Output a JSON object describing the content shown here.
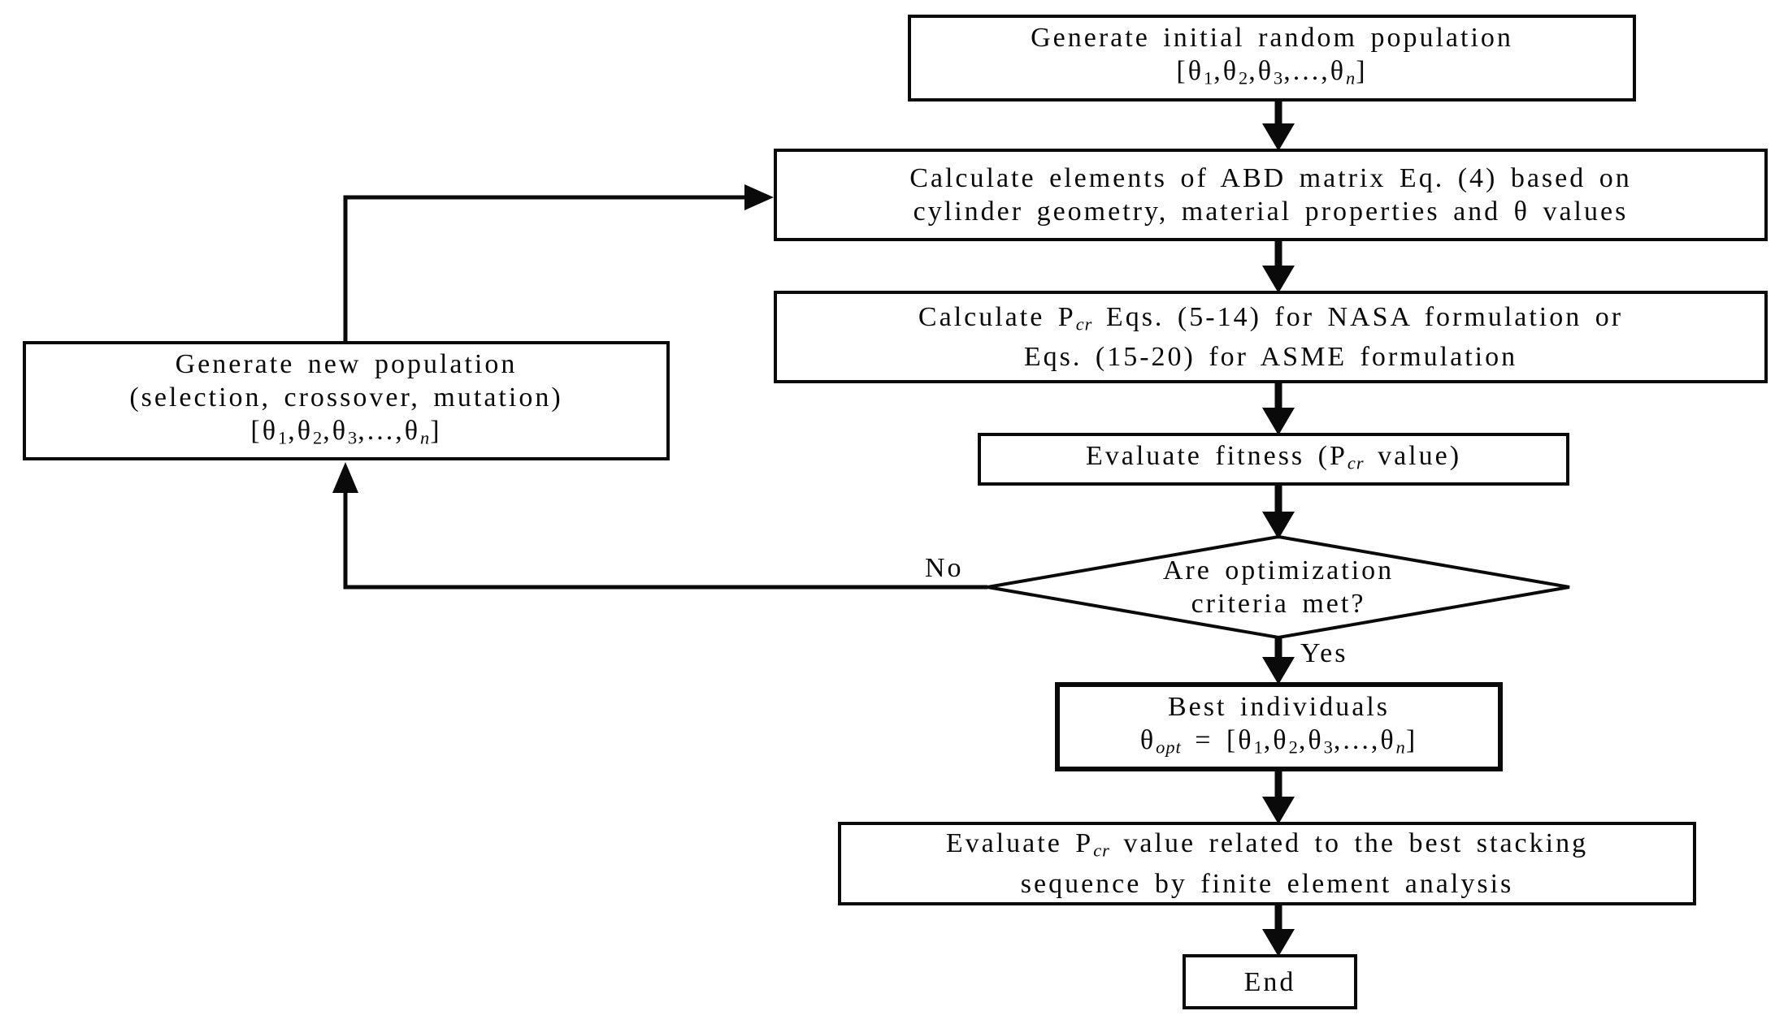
{
  "colors": {
    "ink": "#000000",
    "background": "#ffffff"
  },
  "labels": {
    "no": "No",
    "yes": "Yes"
  },
  "nodes": {
    "generate_initial": {
      "lines": [
        [
          {
            "t": "Generate initial random population"
          }
        ],
        [
          {
            "t": "[θ"
          },
          {
            "t": "1",
            "sub": true
          },
          {
            "t": ",θ"
          },
          {
            "t": "2",
            "sub": true
          },
          {
            "t": ",θ"
          },
          {
            "t": "3",
            "sub": true
          },
          {
            "t": ",...,θ"
          },
          {
            "t": "n",
            "sub": true,
            "i": true
          },
          {
            "t": "]"
          }
        ]
      ]
    },
    "calculate_abd": {
      "lines": [
        [
          {
            "t": "Calculate elements of ABD matrix Eq. (4) based on"
          }
        ],
        [
          {
            "t": "cylinder geometry, material properties and θ values"
          }
        ]
      ]
    },
    "calculate_pcr": {
      "lines": [
        [
          {
            "t": "Calculate P"
          },
          {
            "t": "cr",
            "sub": true,
            "i": true
          },
          {
            "t": " Eqs. (5-14) for NASA formulation or"
          }
        ],
        [
          {
            "t": "Eqs. (15-20) for ASME formulation"
          }
        ]
      ]
    },
    "evaluate_fitness": {
      "lines": [
        [
          {
            "t": "Evaluate fitness (P"
          },
          {
            "t": "cr",
            "sub": true,
            "i": true
          },
          {
            "t": " value)"
          }
        ]
      ]
    },
    "decision": {
      "lines": [
        [
          {
            "t": "Are optimization"
          }
        ],
        [
          {
            "t": "criteria met?"
          }
        ]
      ]
    },
    "generate_new": {
      "lines": [
        [
          {
            "t": "Generate new population"
          }
        ],
        [
          {
            "t": "(selection, crossover, mutation)"
          }
        ],
        [
          {
            "t": "[θ"
          },
          {
            "t": "1",
            "sub": true
          },
          {
            "t": ",θ"
          },
          {
            "t": "2",
            "sub": true
          },
          {
            "t": ",θ"
          },
          {
            "t": "3",
            "sub": true
          },
          {
            "t": ",...,θ"
          },
          {
            "t": "n",
            "sub": true,
            "i": true
          },
          {
            "t": "]"
          }
        ]
      ]
    },
    "best_individuals": {
      "lines": [
        [
          {
            "t": "Best individuals"
          }
        ],
        [
          {
            "t": "θ"
          },
          {
            "t": "opt",
            "sub": true,
            "i": true
          },
          {
            "t": " = [θ"
          },
          {
            "t": "1",
            "sub": true
          },
          {
            "t": ",θ"
          },
          {
            "t": "2",
            "sub": true
          },
          {
            "t": ",θ"
          },
          {
            "t": "3",
            "sub": true
          },
          {
            "t": ",...,θ"
          },
          {
            "t": "n",
            "sub": true,
            "i": true
          },
          {
            "t": "]"
          }
        ]
      ]
    },
    "evaluate_fem": {
      "lines": [
        [
          {
            "t": "Evaluate P"
          },
          {
            "t": "cr",
            "sub": true,
            "i": true
          },
          {
            "t": " value related to the best stacking"
          }
        ],
        [
          {
            "t": "sequence by finite element analysis"
          }
        ]
      ]
    },
    "end": {
      "lines": [
        [
          {
            "t": "End"
          }
        ]
      ]
    }
  }
}
